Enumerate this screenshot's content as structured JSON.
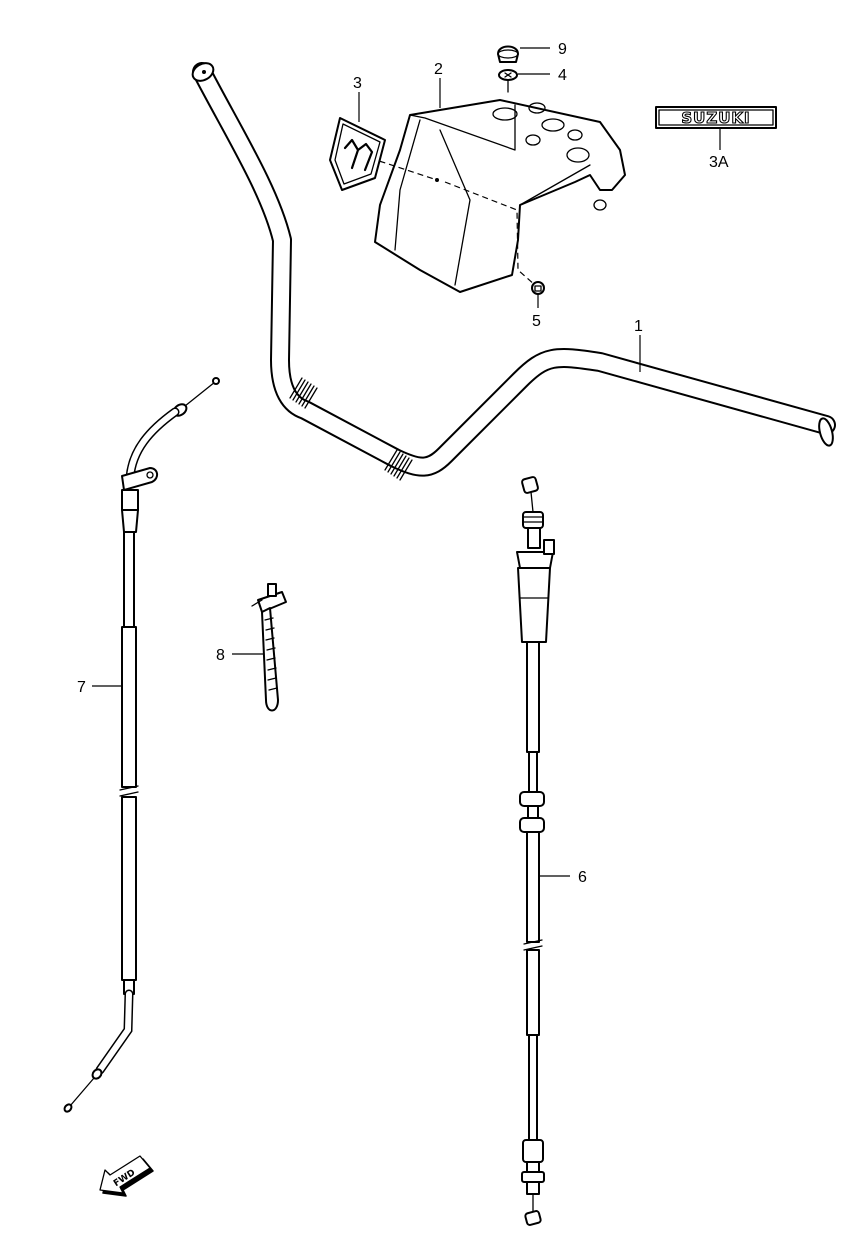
{
  "callouts": {
    "p1": "1",
    "p2": "2",
    "p3": "3",
    "p3a": "3A",
    "p4": "4",
    "p5": "5",
    "p6": "6",
    "p7": "7",
    "p8": "8",
    "p9": "9"
  },
  "emblem_text": "SUZUKI",
  "fwd_text": "FWD",
  "icons": {
    "emblem": "suzuki-s-emblem-icon",
    "fwd": "forward-arrow-icon"
  }
}
